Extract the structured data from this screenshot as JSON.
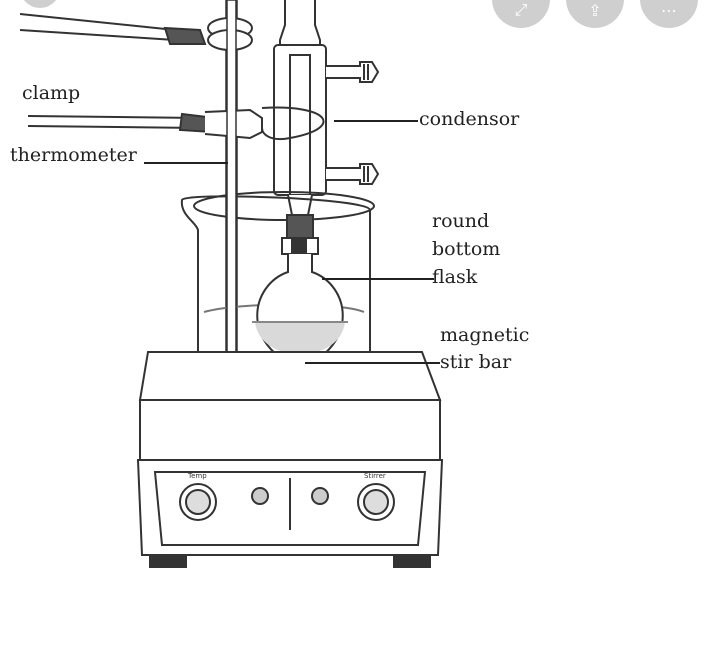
{
  "labels": {
    "clamp": "clamp",
    "thermometer": "thermometer",
    "condensor": "condensor",
    "round_bottom_flask": [
      "round",
      "bottom",
      "flask"
    ],
    "magnetic_stir_bar": [
      "magnetic",
      "stir bar"
    ]
  },
  "hotplate_knobs": {
    "left": "Temp",
    "right": "Stirrer"
  },
  "overlay_buttons": [
    {
      "icon": "expand-icon",
      "glyph": "⤢"
    },
    {
      "icon": "share-icon",
      "glyph": "⇪"
    },
    {
      "icon": "more-icon",
      "glyph": "⋯"
    }
  ],
  "colors": {
    "line": "#333333",
    "water": "#d9d9d9",
    "button": "#cfcfcf"
  }
}
